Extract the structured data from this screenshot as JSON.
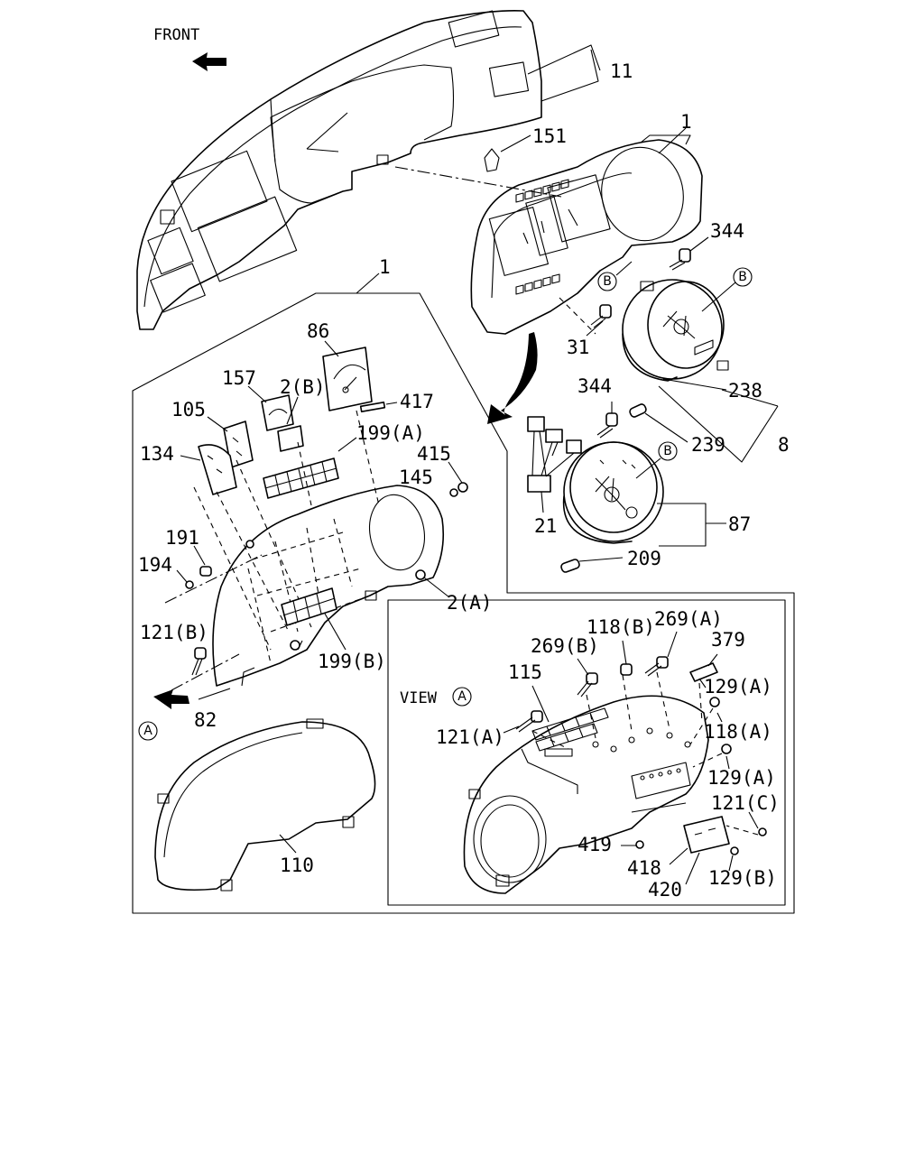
{
  "front_label": "FRONT",
  "view_label": "VIEW",
  "view_marker": "A",
  "section_marker_a": "A",
  "marker_b": "B",
  "labels": {
    "p11": "11",
    "p151": "151",
    "p1_top": "1",
    "p344_top": "344",
    "p1_box": "1",
    "p86": "86",
    "p157": "157",
    "p2b": "2(B)",
    "p417": "417",
    "p105": "105",
    "p199a": "199(A)",
    "p415": "415",
    "p134": "134",
    "p145": "145",
    "p191": "191",
    "p194": "194",
    "p2a": "2(A)",
    "p121b": "121(B)",
    "p199b": "199(B)",
    "p82": "82",
    "p110": "110",
    "p31": "31",
    "p238": "238",
    "p344_mid": "344",
    "p239": "239",
    "p8": "8",
    "p87": "87",
    "p21": "21",
    "p209": "209",
    "p118b": "118(B)",
    "p269a": "269(A)",
    "p379": "379",
    "p269b": "269(B)",
    "p115": "115",
    "p129a_1": "129(A)",
    "p121a": "121(A)",
    "p118a": "118(A)",
    "p129a_2": "129(A)",
    "p121c": "121(C)",
    "p419": "419",
    "p418": "418",
    "p129b": "129(B)",
    "p420": "420"
  },
  "icons": [
    "front-arrow-icon",
    "view-arrow-icon"
  ]
}
